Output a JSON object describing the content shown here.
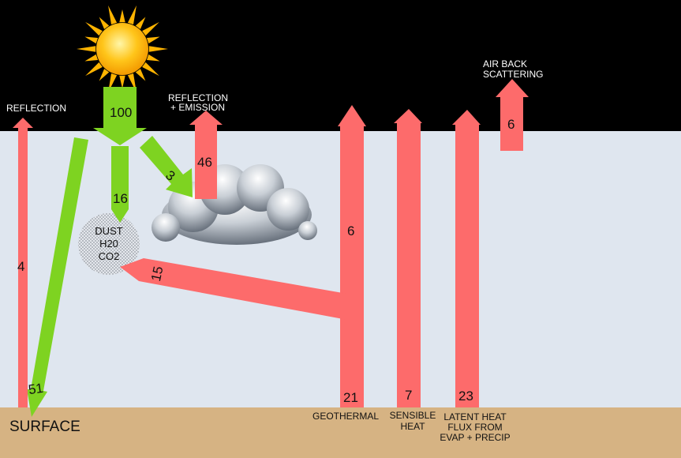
{
  "colors": {
    "space": "#000000",
    "atmosphere": "#dfe6ef",
    "ground": "#d6b383",
    "reflected": "#fd6b6b",
    "solar": "#7ed321",
    "sun": "#ffb400"
  },
  "labels": {
    "reflection": "REFLECTION",
    "reflection_emission_line1": "REFLECTION",
    "reflection_emission_line2": "+ EMISSION",
    "air_back_line1": "AIR BACK",
    "air_back_line2": "SCATTERING",
    "surface": "SURFACE",
    "geothermal": "GEOTHERMAL",
    "sensible_line1": "SENSIBLE",
    "sensible_line2": "HEAT",
    "latent_line1": "LATENT HEAT",
    "latent_line2": "FLUX FROM",
    "latent_line3": "EVAP + PRECIP",
    "dust": "DUST",
    "h2o": "H20",
    "co2": "CO2"
  },
  "values": {
    "incoming": "100",
    "to_aerosols": "16",
    "to_cloud": "3",
    "cloud_reflection": "46",
    "surface_reflection": "4",
    "to_surface": "51",
    "to_aerosols_from_flux": "15",
    "mid_flux": "6",
    "geothermal": "21",
    "sensible": "7",
    "latent": "23",
    "air_back": "6"
  },
  "icons": {
    "sun": "sun-icon",
    "cloud": "cloud-icon",
    "aerosol": "aerosol-blob"
  }
}
